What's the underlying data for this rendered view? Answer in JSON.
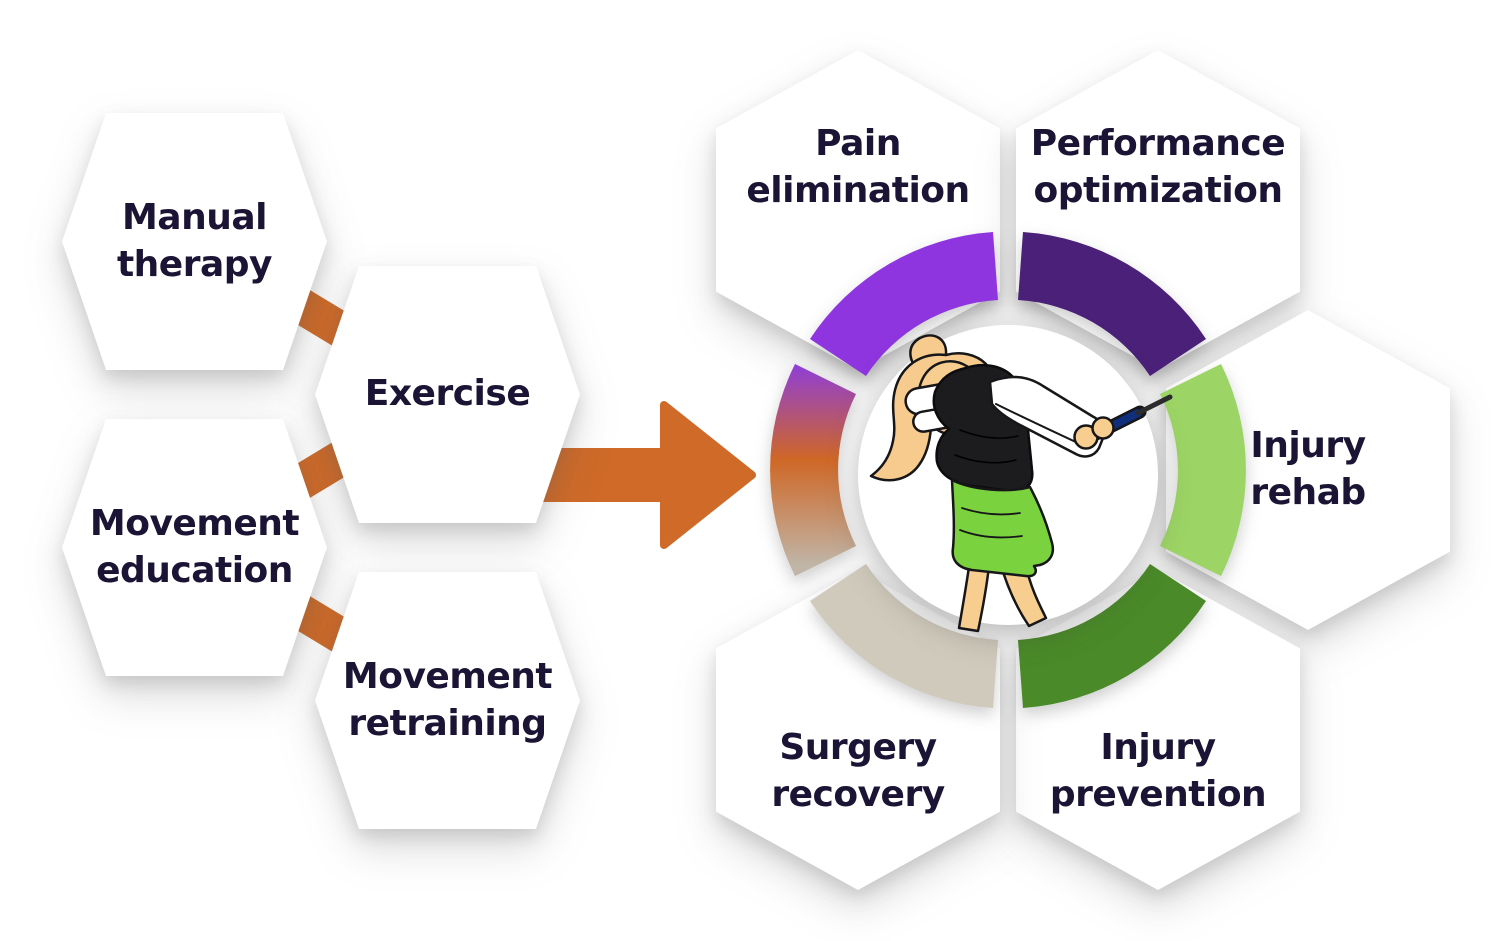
{
  "diagram": {
    "background_color": "#ffffff",
    "text_color": "#1b1434",
    "accent_orange": "#cf6a28"
  },
  "inputs": {
    "items": [
      {
        "label": "Manual\ntherapy"
      },
      {
        "label": "Exercise"
      },
      {
        "label": "Movement\neducation"
      },
      {
        "label": "Movement\nretraining"
      }
    ]
  },
  "arrow": {
    "color": "#cf6a28"
  },
  "outcomes": {
    "items": [
      {
        "label": "Pain\nelimination",
        "segment_color": "#8f35e0"
      },
      {
        "label": "Performance\noptimization",
        "segment_color": "#4b2078"
      },
      {
        "label": "Injury\nrehab",
        "segment_color": "#9cd465"
      },
      {
        "label": "Injury\nprevention",
        "segment_color": "#4a8a28"
      },
      {
        "label": "Surgery\nrecovery",
        "segment_color": "#d0cabc"
      }
    ],
    "input_segment_gradient": {
      "top": "#8f3ed8",
      "middle": "#cf6726",
      "bottom": "#c0b5a7"
    }
  },
  "center_illustration": {
    "name": "female golfer swinging club",
    "skin_color": "#f8cd90",
    "hair_color": "#f7cb8d",
    "shirt_color": "#1c1c1f",
    "sleeve_color": "#ffffff",
    "skirt_color": "#7bd23f",
    "grip_color": "#0f2f7d"
  }
}
